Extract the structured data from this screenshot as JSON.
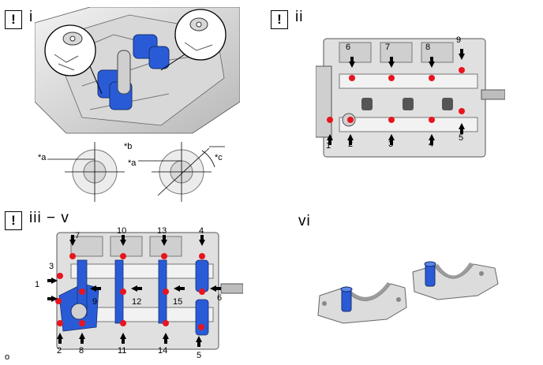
{
  "panels": [
    {
      "warning": "!",
      "label": "i"
    },
    {
      "warning": "!",
      "label": "ii"
    },
    {
      "warning": "!",
      "label": "iii − v"
    },
    {
      "warning": null,
      "label": "vi"
    }
  ],
  "panel_i": {
    "callouts": {
      "a_left": "*a",
      "b": "*b",
      "a_right": "*a",
      "c": "*c"
    }
  },
  "panel_ii": {
    "numbers": [
      "1",
      "2",
      "3",
      "4",
      "5",
      "6",
      "7",
      "8",
      "9"
    ]
  },
  "panel_iii": {
    "numbers": [
      "1",
      "2",
      "3",
      "4",
      "5",
      "6",
      "7",
      "8",
      "9",
      "10",
      "11",
      "12",
      "13",
      "14",
      "15"
    ]
  },
  "footer_mark": "o",
  "colors": {
    "bolt_red": "#e8141e",
    "highlight_blue": "#2a5bd7",
    "arrow": "#000000",
    "metal_light": "#e6e6e6",
    "metal_dark": "#9c9c9c"
  }
}
